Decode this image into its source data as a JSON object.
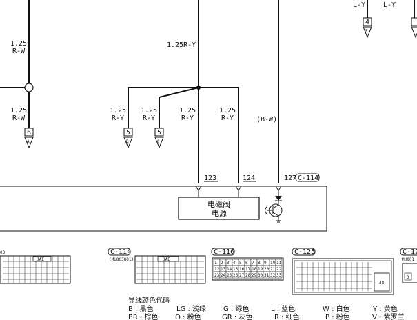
{
  "wires": {
    "l_y_1": "L-Y",
    "l_y_2": "L-Y",
    "left_upper": {
      "size": "1.25",
      "color": "R-W"
    },
    "left_lower": {
      "size": "1.25",
      "color": "R-W"
    },
    "main_vertical": "1.25R-Y",
    "branch_a": {
      "size": "1.25",
      "color": "R-Y"
    },
    "branch_b": {
      "size": "1.25",
      "color": "R-Y"
    },
    "branch_c": {
      "size": "1.25",
      "color": "R-Y"
    },
    "branch_d": {
      "size": "1.25",
      "color": "R-Y"
    },
    "bw": "(B-W)"
  },
  "connectors": {
    "c4": {
      "num": "4",
      "letter": "F"
    },
    "c6": {
      "num": "6",
      "letter": "A"
    },
    "c5b": {
      "num": "5",
      "letter": "B"
    },
    "c5c": {
      "num": "5",
      "letter": "C"
    }
  },
  "pins": {
    "p123": "123",
    "p124": "124",
    "p127": "127",
    "conn": "C-114"
  },
  "component": {
    "line1": "电磁阀",
    "line2": "电源"
  },
  "connector_views": {
    "c114": {
      "label": "C-114",
      "part": "(MU803801)",
      "center": "JAE"
    },
    "c116": {
      "label": "C-116"
    },
    "c125": {
      "label": "C-125",
      "big_pin": "38"
    },
    "c12x": {
      "label": "C-12",
      "part": "MU801",
      "pin": "3"
    },
    "left_center": "JAE",
    "left_part": "03"
  },
  "c116_rows": [
    [
      "1",
      "2",
      "3",
      "4",
      "5",
      "6",
      "7",
      "8",
      "9",
      "10",
      "11"
    ],
    [
      "12",
      "13",
      "14",
      "15",
      "16",
      "17",
      "18",
      "19",
      "20",
      "21",
      "22"
    ],
    [
      "23",
      "24",
      "25",
      "26",
      "27",
      "28",
      "29",
      "30",
      "31",
      "32",
      "33"
    ]
  ],
  "legend": {
    "title": "导线颜色代码",
    "row1": [
      "B : 黑色",
      "LG : 浅绿",
      "G : 绿色",
      "L : 蓝色",
      "W : 白色",
      "Y : 黄色"
    ],
    "row2": [
      "BR : 棕色",
      "O : 粉色",
      "GR : 灰色",
      "R : 红色",
      "P : 粉色",
      "V : 紫罗兰"
    ]
  }
}
